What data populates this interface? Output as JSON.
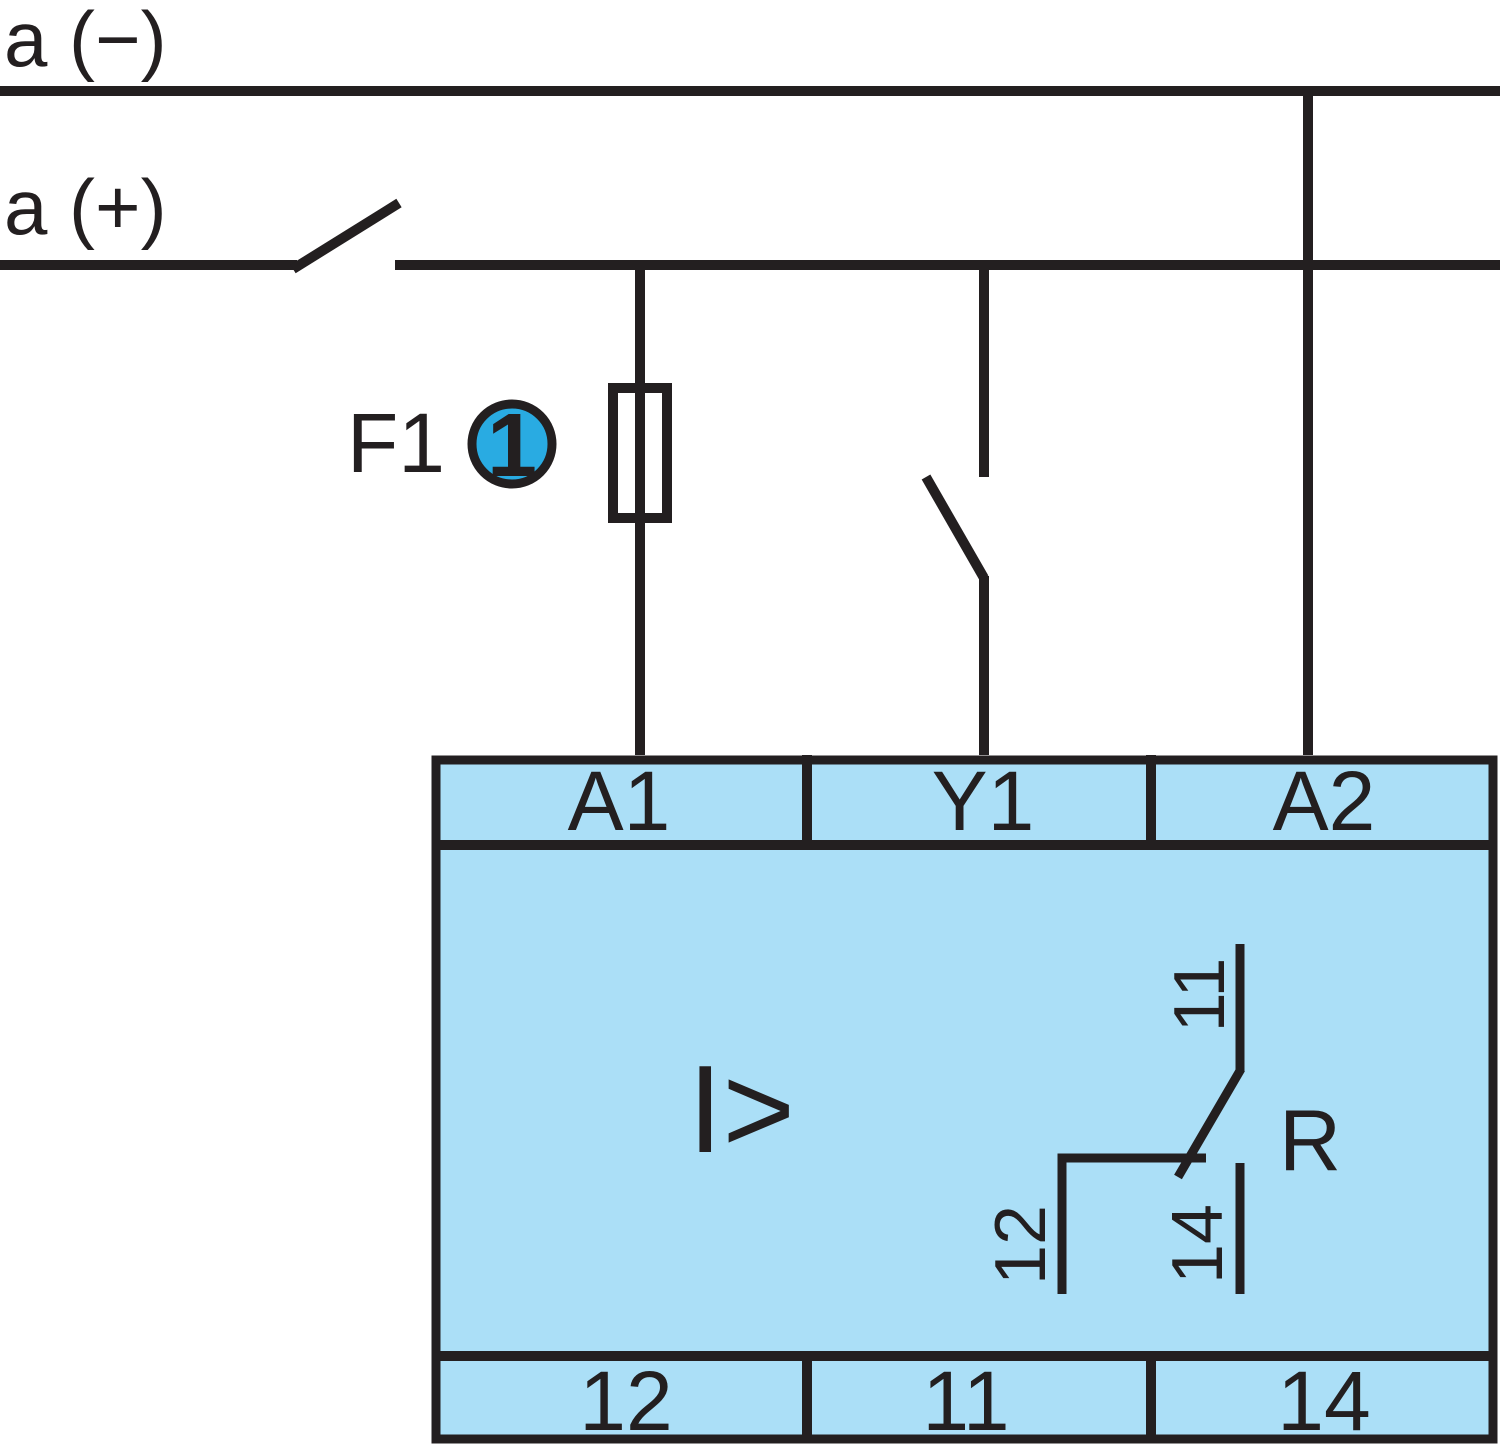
{
  "buses": {
    "negative_label": "a (−)",
    "positive_label": "a (+)"
  },
  "fuse": {
    "label": "F1"
  },
  "callout": {
    "number": "1"
  },
  "relay": {
    "top_terminals": [
      "A1",
      "Y1",
      "A2"
    ],
    "bottom_terminals": [
      "12",
      "11",
      "14"
    ],
    "function_symbol": "I>",
    "contact": {
      "common_label": "11",
      "nc_label": "12",
      "no_label": "14",
      "reset_label": "R"
    }
  },
  "colors": {
    "line": "#231F20",
    "relay_fill": "#ABDFF7",
    "callout_fill": "#29ABE2",
    "callout_number": "#FFFFFF"
  }
}
